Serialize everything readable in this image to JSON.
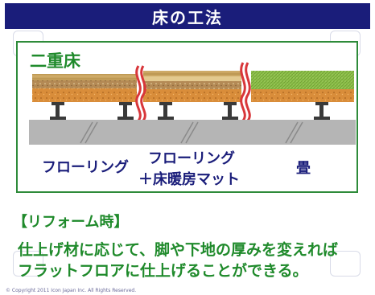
{
  "header": {
    "title": "床の工法"
  },
  "diagram": {
    "subtitle": "二重床",
    "labels": {
      "flooring": "フローリング",
      "heated_line1": "フローリング",
      "heated_line2": "＋床暖房マット",
      "tatami": "畳"
    },
    "colors": {
      "title_bg": "#1a1d7a",
      "frame_border": "#2e8b3a",
      "green_text": "#1f8a2b",
      "label_text": "#1a1d7a",
      "wood_top": "#c9a460",
      "mat": "#b48a55",
      "tatami": "#8dc04a",
      "board": "#d98d3a",
      "slab": "#b5b5b5"
    }
  },
  "reform": {
    "heading": "【リフォーム時】",
    "line1": "仕上げ材に応じて、脚や下地の厚みを変えれば",
    "line2": "フラットフロアに仕上げることができる。"
  },
  "footer": {
    "copyright": "© Copyright 2011 Icon Japan Inc. All Rights Reserved."
  }
}
